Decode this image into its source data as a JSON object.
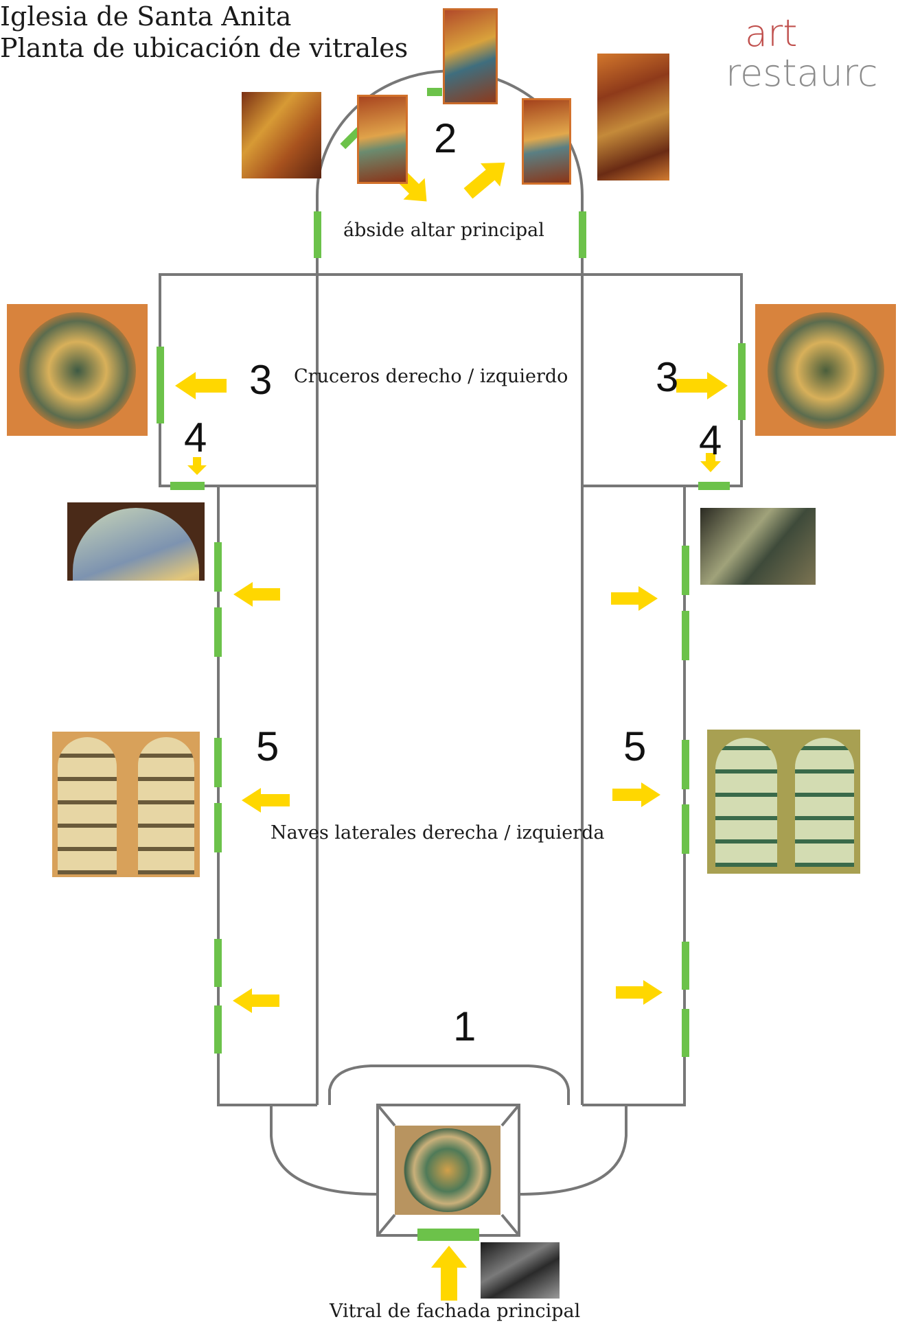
{
  "header": {
    "title_line1": "Iglesia de Santa Anita",
    "title_line2": "Planta de ubicación de vitrales"
  },
  "logo": {
    "word1": "art",
    "word2": "restaurc",
    "color_word1": "#c0504d",
    "color_word2": "#8c8c8c"
  },
  "zones": {
    "apse_label": "ábside altar principal",
    "transept_label": "Cruceros derecho / izquierdo",
    "naves_label": "Naves laterales derecha / izquierda",
    "facade_label": "Vitral de fachada principal"
  },
  "markers": {
    "n1": "1",
    "n2": "2",
    "n3_left": "3",
    "n3_right": "3",
    "n4_left": "4",
    "n4_right": "4",
    "n5_left": "5",
    "n5_right": "5"
  },
  "colors": {
    "wall": "#777777",
    "window": "#6cc24a",
    "arrow": "#ffd700"
  },
  "icons": {
    "arrow": "arrow-icon"
  }
}
